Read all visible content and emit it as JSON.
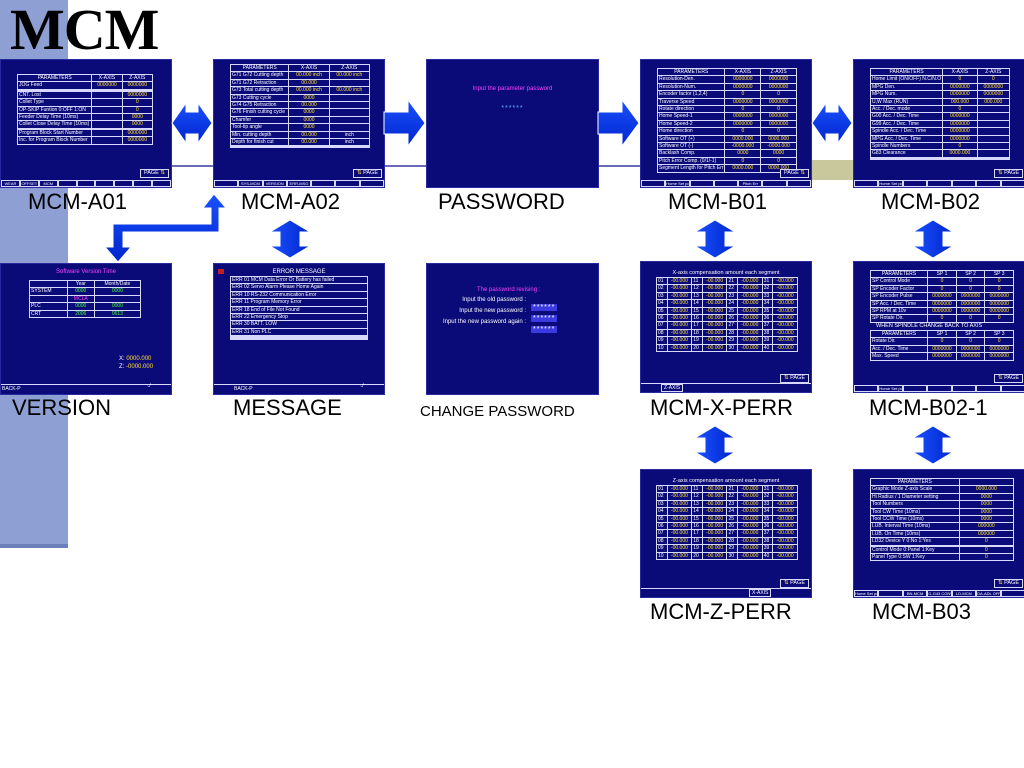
{
  "title": "MCM",
  "colors": {
    "screen_bg": "#0a0a78",
    "arrow": "#0033ee",
    "sidebar": "#8e9fd4"
  },
  "labels": {
    "a01": "MCM-A01",
    "a02": "MCM-A02",
    "password": "PASSWORD",
    "b01": "MCM-B01",
    "b02": "MCM-B02",
    "version": "VERSION",
    "message": "MESSAGE",
    "change_password": "CHANGE PASSWORD",
    "xperr": "MCM-X-PERR",
    "b021": "MCM-B02-1",
    "zperr": "MCM-Z-PERR",
    "b03": "MCM-B03"
  },
  "a01": {
    "headers": [
      "PARAMETERS",
      "X-AXIS",
      "Z-AXIS"
    ],
    "rows": [
      [
        "JOG Feed",
        "0000000",
        "0000000"
      ],
      [
        "",
        "",
        ""
      ],
      [
        "",
        "",
        ""
      ],
      [
        "CNT. Lost",
        "",
        "0000000"
      ],
      [
        "Collet Type",
        "",
        "0"
      ],
      [
        "OP-SKIP Funtion  0:OFF 1:ON",
        "",
        "0"
      ],
      [
        "Feeder Delay Time      (10ms)",
        "",
        "0000"
      ],
      [
        "Collet Close Delay Time  (10ms)",
        "",
        "0000"
      ],
      [
        "",
        "",
        ""
      ],
      [
        "Program Block Start Number",
        "",
        "0000000"
      ],
      [
        "Inc. for Program Block Number",
        "",
        "0000000"
      ]
    ],
    "page": "PAGE",
    "softkeys": [
      "WEAR",
      "OFFSET",
      "MCM",
      "",
      "",
      "",
      "",
      "",
      ""
    ]
  },
  "a02": {
    "headers": [
      "PARAMETERS",
      "X-AXIS",
      "Z-AXIS"
    ],
    "rows": [
      [
        "G71 G72 Cutting depth",
        "00.000 inch",
        "00.000 inch"
      ],
      [
        "G71 G72 Retraction",
        "00.000",
        ""
      ],
      [
        "G73 Total cutting depth",
        "00.000 inch",
        "00.000 inch"
      ],
      [
        "G73 Cutting cycle",
        "0000",
        ""
      ],
      [
        "G74 G75 Retraction",
        "00.000",
        ""
      ],
      [
        "G76 Finish cutting cycle",
        "0000",
        ""
      ],
      [
        "Chamfer",
        "0000",
        ""
      ],
      [
        "Tool-tip angle",
        "0000",
        ""
      ],
      [
        "Min. cutting depth",
        "00.000",
        "inch"
      ],
      [
        "Depth for finish cut",
        "00.000",
        "inch"
      ],
      [
        "",
        "",
        ""
      ],
      [
        "",
        "",
        ""
      ]
    ],
    "page": "PAGE",
    "softkeys": [
      "",
      "SYS-MCM",
      "VERSION",
      "ERR-MSG",
      "",
      "",
      ""
    ]
  },
  "password": {
    "prompt": "Input the parameter password",
    "stars": "******"
  },
  "b01": {
    "headers": [
      "PARAMETERS",
      "X-AXIS",
      "Z-AXIS"
    ],
    "rows": [
      [
        "Resolution-Den.",
        "0000000",
        "0000000"
      ],
      [
        "Resolution-Num.",
        "0000000",
        "0000000"
      ],
      [
        "Encoder factor (1,2,4)",
        "0",
        "0"
      ],
      [
        "Traverse Speed",
        "0000000",
        "0000000"
      ],
      [
        "Rotate direction",
        "0",
        "0"
      ],
      [
        "Home Speed-1",
        "0000000",
        "0000000"
      ],
      [
        "Home Speed-2",
        "0000000",
        "0000000"
      ],
      [
        "Home direction",
        "0",
        "0"
      ],
      [
        "Software OT (+)",
        "0000.000",
        "0000.000"
      ],
      [
        "Software OT (-)",
        "-0000.000",
        "-0000.000"
      ],
      [
        "Backlash Comp.",
        "0000",
        "0000"
      ],
      [
        "Pitch Error Comp. (0/1/-1)",
        "0",
        "0"
      ],
      [
        "Segment Length for Pitch Err",
        "0000.000",
        "0000.000"
      ]
    ],
    "page": "PAGE",
    "softkeys": [
      "",
      "Home Set position",
      "",
      "",
      "Pitch Err",
      "",
      ""
    ]
  },
  "b02": {
    "headers": [
      "PARAMETERS",
      "X-AXIS",
      "Z-AXIS"
    ],
    "rows": [
      [
        "Home Limit (ON/OFF) N.C/N.O",
        "0",
        "0"
      ],
      [
        "MPG Den.",
        "0000000",
        "0000000"
      ],
      [
        "MPG Num.",
        "0000000",
        "0000000"
      ],
      [
        "U,W Max (RUN)",
        "000.000",
        "000.000"
      ],
      [
        "Acc. / Dec. mode",
        "0",
        ""
      ],
      [
        "G00 Acc. / Dec. Time",
        "0000000",
        ""
      ],
      [
        "G99 Acc. / Dec. Time",
        "0000000",
        ""
      ],
      [
        "Spindle Acc. / Dec. Time",
        "0000000",
        ""
      ],
      [
        "MPG Acc. / Dec. Time",
        "0000000",
        ""
      ],
      [
        "Spindle Numbers",
        "0",
        ""
      ],
      [
        "G83 Clearance",
        "0000.000",
        ""
      ],
      [
        "",
        "",
        ""
      ],
      [
        "",
        "",
        ""
      ]
    ],
    "page": "PAGE",
    "softkeys": [
      "",
      "Home Set position",
      "",
      "",
      "",
      "",
      ""
    ]
  },
  "version": {
    "title": "Software Version Time",
    "headers": [
      "",
      "Year",
      "Month/Date"
    ],
    "rows": [
      [
        "SYSTEM",
        "0000",
        "0000"
      ],
      [
        "",
        "MCLA",
        ""
      ],
      [
        "PLC",
        "0000",
        "0000"
      ],
      [
        "CRT",
        "2006",
        "0613"
      ]
    ],
    "x_label": "X:",
    "x_value": "0000.000",
    "z_label": "Z:",
    "z_value": "-0000.000",
    "back": "BACK-P"
  },
  "message": {
    "title": "ERROR  MESSAGE",
    "rows": [
      "ERR 01 MCM Data Error Or Battery has failed",
      "ERR 02 Servo Alarm Please Home Again",
      "ERR 10 RS-232 Communication Error",
      "ERR 11 Program Memory Error",
      "ERR 18 End of File Not Found",
      "ERR 22 Emergency Stop",
      "ERR 30 BATT. LOW",
      "ERR 31 Non PLC",
      "",
      "",
      "",
      ""
    ],
    "back": "BACK-P"
  },
  "change_password": {
    "title": "The password revising :",
    "line1": "Input the old password :",
    "line2": "Input the new password :",
    "line3": "Input the new password again :",
    "stars": "******"
  },
  "xperr": {
    "title": "X-axis compensation amount each segment",
    "footer": "Z-AXIS",
    "page": "PAGE"
  },
  "zperr": {
    "title": "Z-axis compensation amount each segment",
    "footer": "X-AXIS",
    "page": "PAGE"
  },
  "b021": {
    "headers": [
      "PARAMETERS",
      "SP 1",
      "SP 2",
      "SP 3"
    ],
    "rows": [
      [
        "SP  Control Mode",
        "0",
        "0",
        "0"
      ],
      [
        "SP  Encoder Factor",
        "0",
        "0",
        "0"
      ],
      [
        "SP  Encoder Pulse",
        "0000000",
        "0000000",
        "0000000"
      ],
      [
        "SP  Acc. / Dec. Time",
        "0000000",
        "0000000",
        "0000000"
      ],
      [
        "SP  RPM at 10v",
        "0000000",
        "0000000",
        "0000000"
      ],
      [
        "SP  Rotate Dir.",
        "0",
        "0",
        "0"
      ]
    ],
    "caption": "WHEN SPINDLE CHANGE BACK TO AXIS",
    "headers2": [
      "PARAMETERS",
      "SP  1",
      "SP  2",
      "SP  3"
    ],
    "rows2": [
      [
        "Rotate Dir.",
        "0",
        "0",
        "0"
      ],
      [
        "Acc. / Dec. Time",
        "0000000",
        "0000000",
        "0000000"
      ],
      [
        "Max. Speed",
        "0000000",
        "0000000",
        "0000000"
      ]
    ],
    "page": "PAGE",
    "softkeys": [
      "",
      "Home Set position",
      "",
      "",
      "",
      "",
      ""
    ]
  },
  "b03": {
    "header": "PARAMETERS",
    "rows": [
      [
        "Graphic Mode  Z-axis Scale",
        "0000.000"
      ],
      [
        "Hi Radius / 1 Diameter  setting",
        "0000"
      ],
      [
        "Tool Numbers",
        "0000"
      ],
      [
        "Tool CW  Time      (10ms)",
        "0000"
      ],
      [
        "Tool CCW Time      (10ms)",
        "0000"
      ],
      [
        "LUB. Interval Time  (10ms)",
        "000000"
      ],
      [
        "LUB. On  Time      (10ms)",
        "000000"
      ],
      [
        "LD32 Device Y  0:No  1:Yes",
        "0"
      ],
      [
        "",
        ""
      ],
      [
        "Control Mode 0:Panel  1:Key",
        "0"
      ],
      [
        "Panel Type 0:SW  1:Key",
        "0"
      ]
    ],
    "page": "PAGE",
    "softkeys": [
      "Home Set position",
      "",
      "BN-MCM",
      "G-G43 CONVERT",
      "LD-MCM",
      "DA-ADL OFFSET",
      ""
    ]
  }
}
